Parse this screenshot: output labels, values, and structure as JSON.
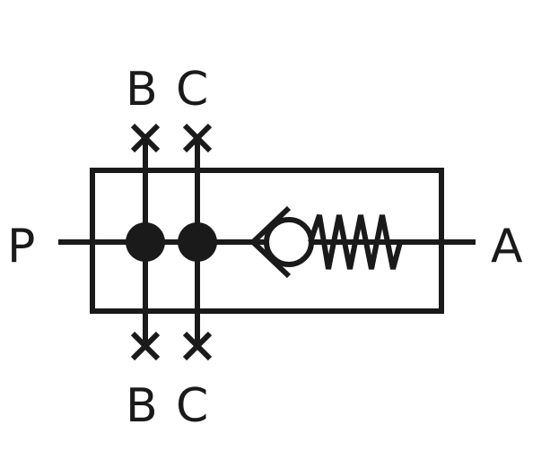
{
  "ports": {
    "p": "P",
    "a": "A",
    "b_top": "B",
    "c_top": "C",
    "b_bottom": "B",
    "c_bottom": "C"
  },
  "colors": {
    "stroke": "#1a1a1a",
    "background": "#ffffff"
  }
}
